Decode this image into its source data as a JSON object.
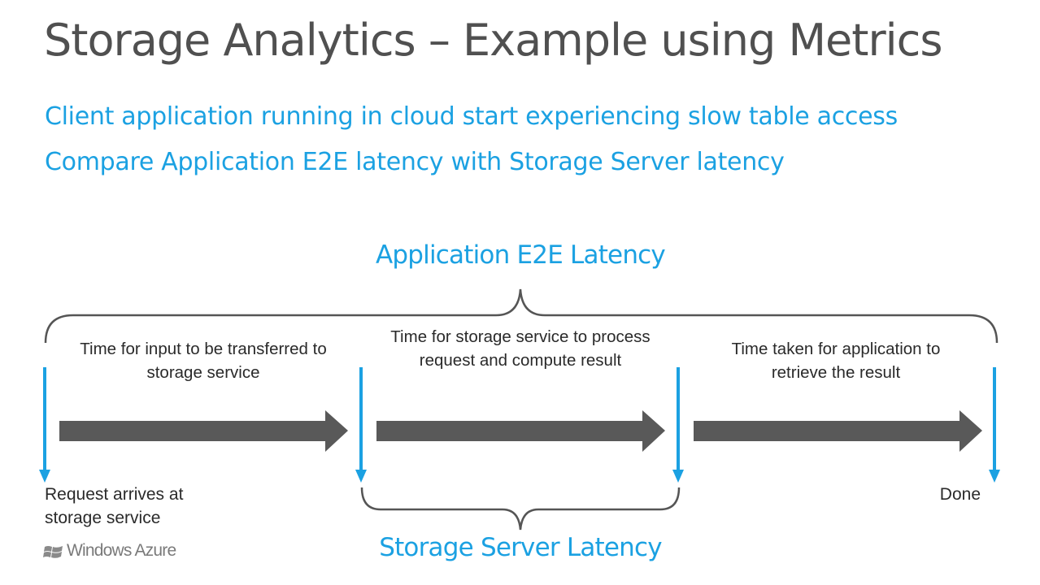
{
  "slide": {
    "title": "Storage Analytics – Example using Metrics",
    "bullets": [
      "Client application running in cloud start experiencing slow table access",
      "Compare Application E2E latency with Storage Server latency"
    ]
  },
  "diagram": {
    "top_bracket_label": "Application E2E Latency",
    "bottom_bracket_label": "Storage Server Latency",
    "segments": [
      {
        "description": "Time for input to be transferred to storage service"
      },
      {
        "description": "Time for storage service to process request and compute result"
      },
      {
        "description": "Time taken for application to retrieve the result"
      }
    ],
    "start_label": "Request arrives at storage service",
    "end_label": "Done",
    "colors": {
      "accent": "#1ba1e2",
      "arrow": "#595959",
      "text": "#2a2a2a",
      "title": "#505050"
    }
  },
  "footer": {
    "logo_text": "Windows Azure",
    "logo_icon": "windows-flag-icon"
  }
}
